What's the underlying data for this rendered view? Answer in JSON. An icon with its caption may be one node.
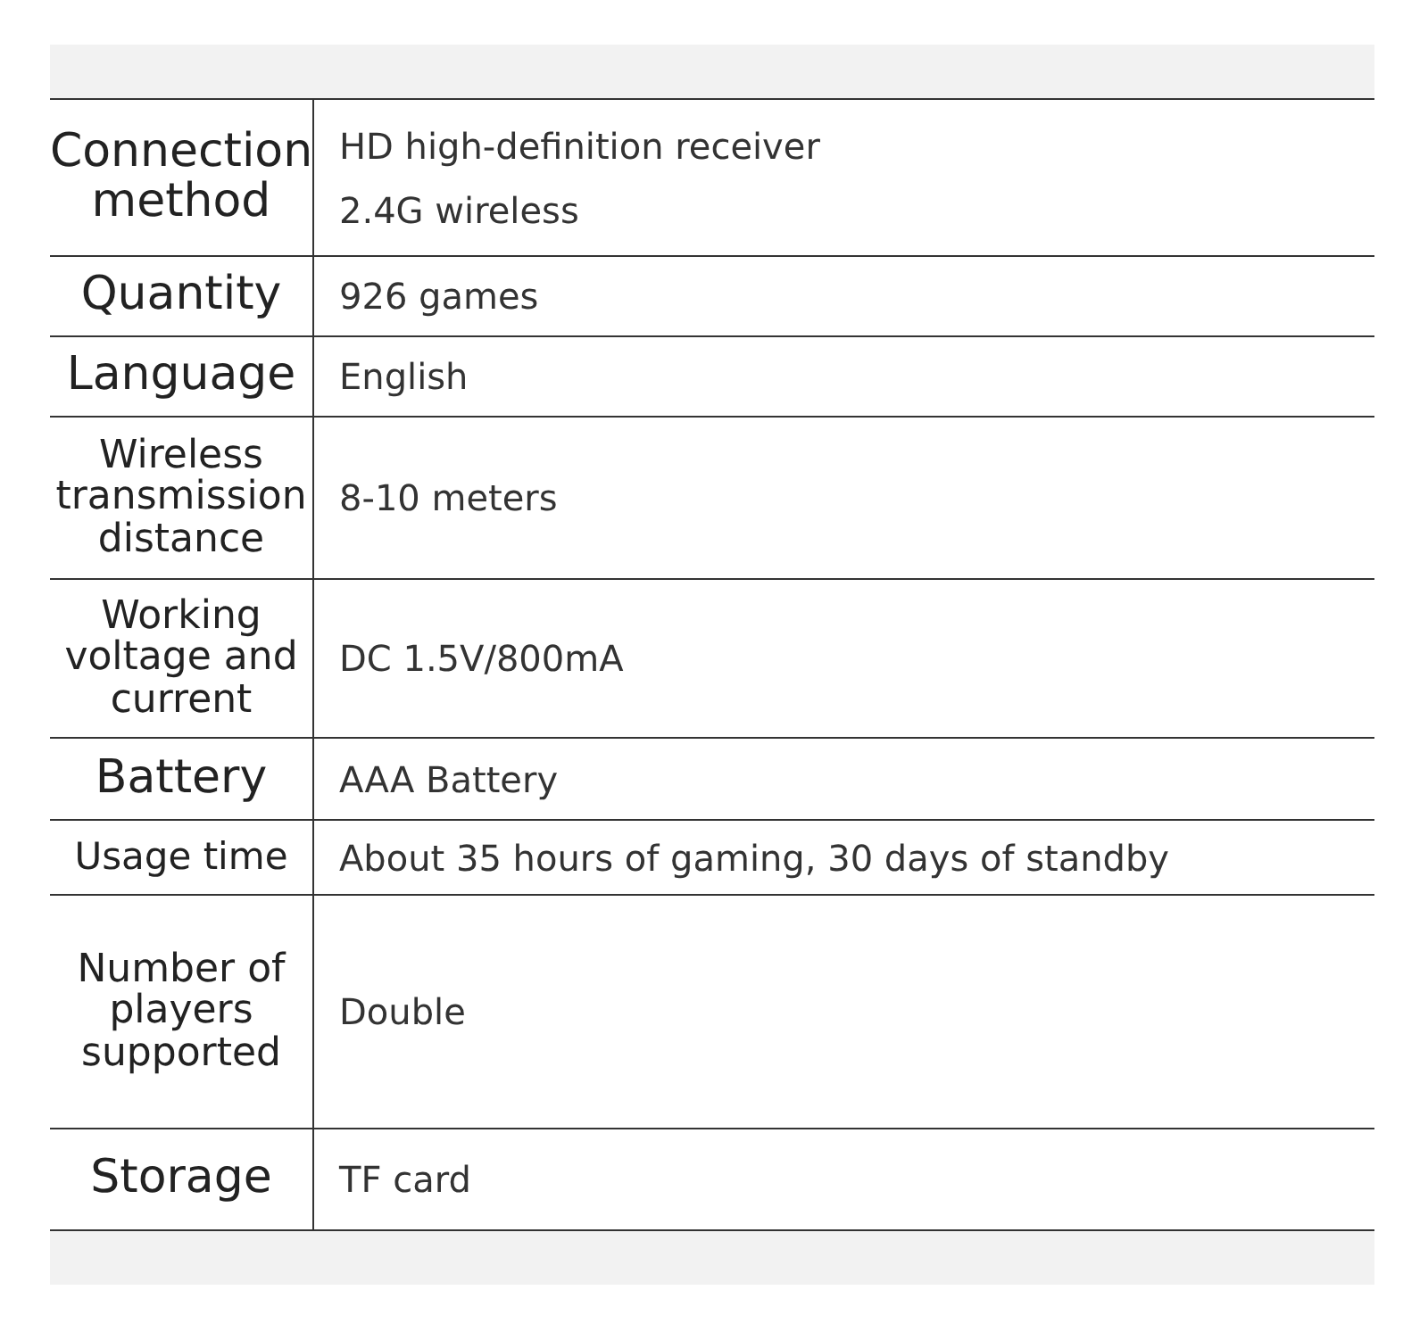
{
  "diagram": {
    "labels": [
      "Connection method",
      "HD high-definition receiver",
      "2.4G wireless",
      "Quantity",
      "926 games",
      "Language",
      "English",
      "Wireless transmission distance",
      "8-10 meters",
      "Working voltage and current",
      "DC 1.5V/800mA",
      "Battery",
      "AAA Battery",
      "Usage time",
      "About 35 hours of gaming, 30 days of standby",
      "Number of players supported",
      "Double",
      "Storage",
      "TF card"
    ]
  }
}
